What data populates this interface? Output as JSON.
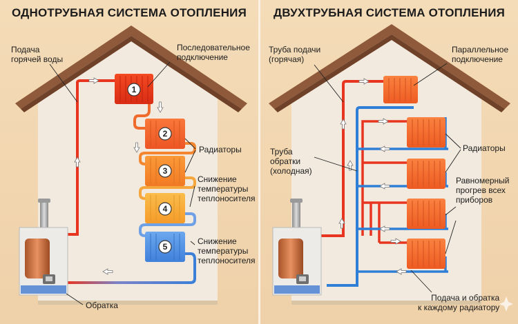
{
  "left_panel": {
    "title": "ОДНОТРУБНАЯ СИСТЕМА ОТОПЛЕНИЯ",
    "labels": {
      "hot_supply": "Подача\nгорячей воды",
      "serial_connection": "Последовательное\nподключение",
      "radiators": "Радиаторы",
      "temp_drop_1": "Снижение\nтемпературы\nтеплоносителя",
      "temp_drop_2": "Снижение\nтемпературы\nтеплоносителя",
      "return": "Обратка"
    },
    "radiator_numbers": [
      "1",
      "2",
      "3",
      "4",
      "5"
    ]
  },
  "right_panel": {
    "title": "ДВУХТРУБНАЯ СИСТЕМА ОТОПЛЕНИЯ",
    "labels": {
      "supply_pipe": "Труба подачи\n(горячая)",
      "parallel_connection": "Параллельное\nподключение",
      "radiators": "Радиаторы",
      "return_pipe": "Труба\nобратки\n(холодная)",
      "even_heating": "Равномерный\nпрогрев всех\nприборов",
      "each_radiator": "Подача и обратка\nк каждому радиатору"
    }
  },
  "colors": {
    "hot_pipe": "#e8351f",
    "cold_pipe": "#2f7fd6",
    "roof": "#8e5a3b",
    "wall": "#f0e8dc"
  }
}
